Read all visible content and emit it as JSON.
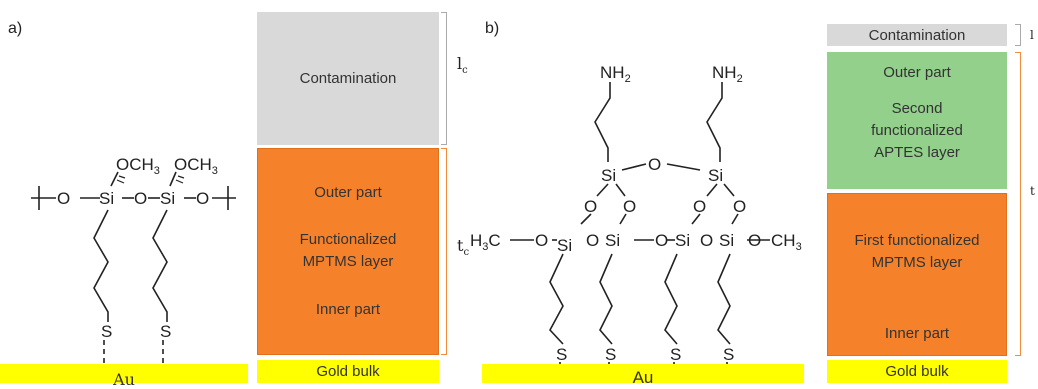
{
  "panels": {
    "a": {
      "label": "a)",
      "boxes": {
        "contamination": "Contamination",
        "functionalized": [
          "Outer part",
          "Functionalized",
          "MPTMS layer",
          "Inner part"
        ],
        "gold": "Gold bulk"
      },
      "dims": {
        "lc": "l",
        "lc_sub": "c",
        "tc": "t",
        "tc_sub": "c"
      },
      "molecule": {
        "och3": "OCH3",
        "o": "O",
        "si": "Si",
        "s": "S",
        "au": "Au"
      }
    },
    "b": {
      "label": "b)",
      "boxes": {
        "contamination": "Contamination",
        "second": [
          "Outer part",
          "Second",
          "functionalized",
          "APTES layer"
        ],
        "first": [
          "First functionalized",
          "MPTMS layer",
          "Inner part"
        ],
        "gold": "Gold bulk"
      },
      "dims": {
        "lc": "l",
        "tc": "t"
      },
      "molecule": {
        "nh2": "NH2",
        "h3co": "H3C",
        "ch3": "CH3",
        "o": "O",
        "si": "Si",
        "s": "S",
        "au": "Au"
      }
    }
  },
  "colors": {
    "contamination": "#d9d9d9",
    "mptms": "#f5822a",
    "aptes": "#92d08b",
    "gold": "#ffff00"
  }
}
